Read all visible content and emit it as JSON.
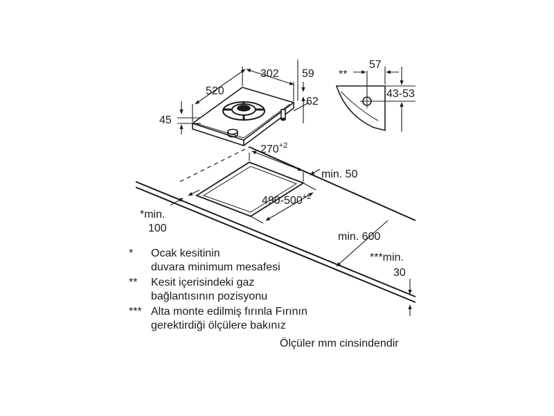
{
  "hob_dimensions": {
    "width": "520",
    "depth": "302",
    "thickness": "45",
    "burner_offset": "59",
    "burner_height": "62"
  },
  "connection_detail": {
    "marker": "**",
    "width": "57",
    "height_range": "43-53"
  },
  "cutout": {
    "width": "270",
    "width_tolerance": "+2",
    "depth": "490-500",
    "depth_tolerance": "+2",
    "back_clearance": "min. 50",
    "front_clearance": "min. 600",
    "wall_clearance_label": "*min.",
    "wall_clearance_value": "100",
    "oven_clearance_label": "***min.",
    "oven_clearance_value": "30"
  },
  "notes": [
    {
      "marker": "*",
      "line1": "Ocak kesitinin",
      "line2": "duvara minimum mesafesi"
    },
    {
      "marker": "**",
      "line1": "Kesit içerisindeki gaz",
      "line2": "bağlantısının pozisyonu"
    },
    {
      "marker": "***",
      "line1": "Alta monte edilmiş fırınla Fırının",
      "line2": "gerektirdiği ölçülere bakınız"
    }
  ],
  "units_note": "Ölçüler mm cinsindendir"
}
